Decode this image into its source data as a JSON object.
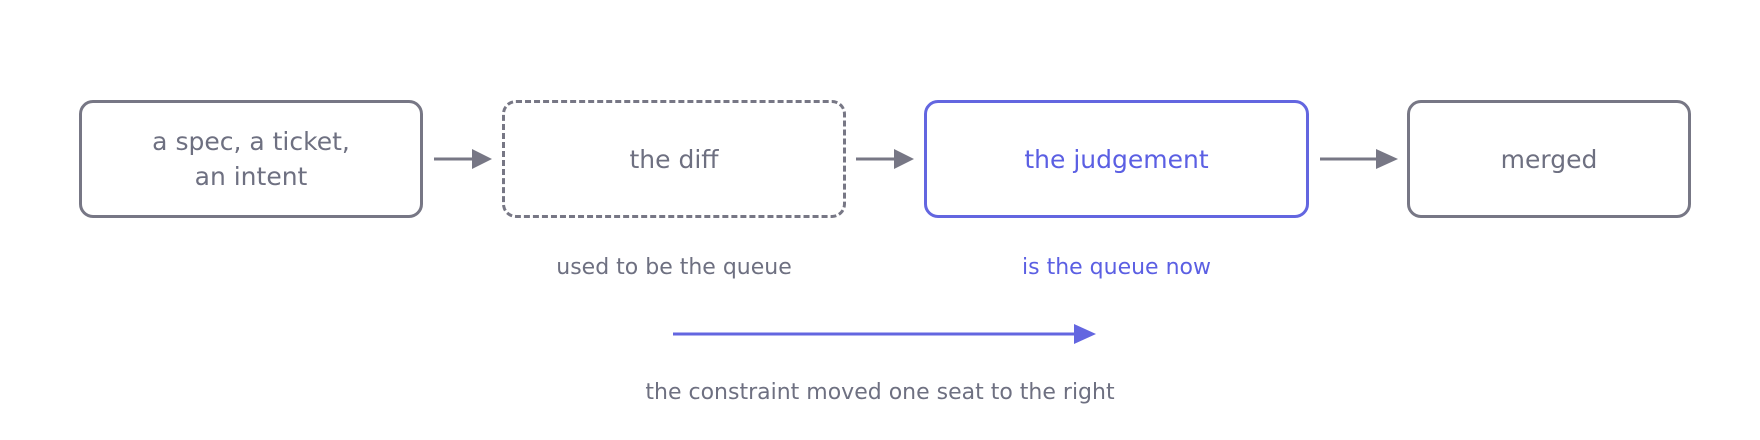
{
  "nodes": {
    "spec": {
      "line1": "a spec, a ticket,",
      "line2": "an intent"
    },
    "diff": {
      "label": "the diff"
    },
    "judgement": {
      "label": "the judgement"
    },
    "merged": {
      "label": "merged"
    }
  },
  "annotations": {
    "diff_note": "used to be the queue",
    "judgement_note": "is the queue now"
  },
  "caption": "the constraint moved one seat to the right",
  "colors": {
    "neutral": "#777785",
    "accent": "#6366e0",
    "text": "#6e7081"
  }
}
